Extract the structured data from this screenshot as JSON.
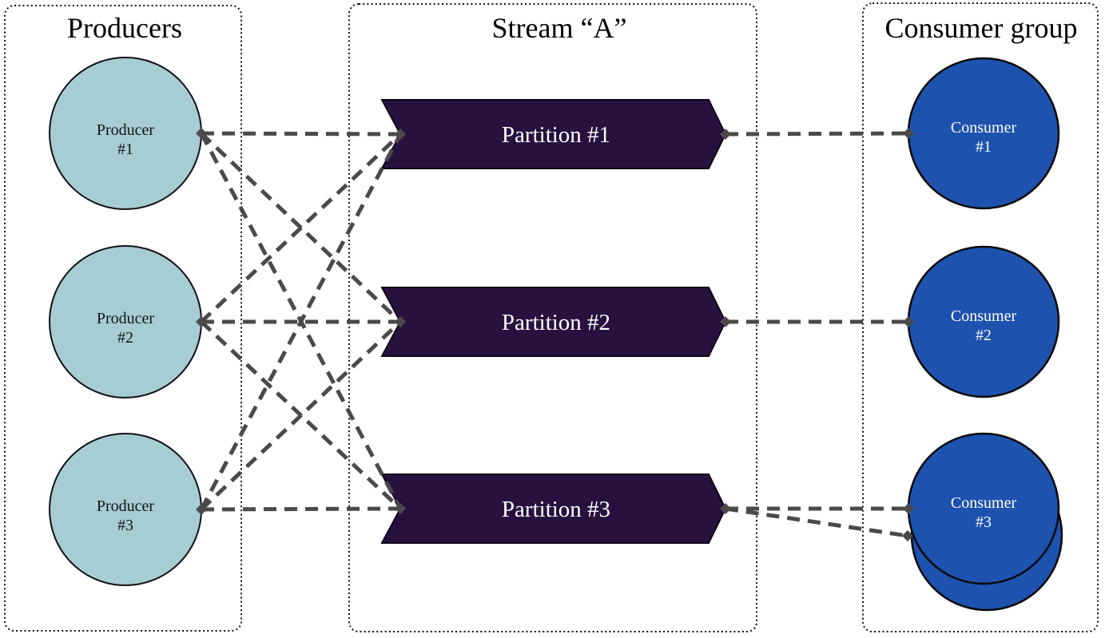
{
  "diagram": {
    "panels": {
      "producers": {
        "title": "Producers"
      },
      "stream": {
        "title": "Stream “A”"
      },
      "consumers": {
        "title": "Consumer group"
      }
    },
    "producers": [
      {
        "line1": "Producer",
        "line2": "#1"
      },
      {
        "line1": "Producer",
        "line2": "#2"
      },
      {
        "line1": "Producer",
        "line2": "#3"
      }
    ],
    "partitions": [
      {
        "label": "Partition #1"
      },
      {
        "label": "Partition #2"
      },
      {
        "label": "Partition #3"
      }
    ],
    "consumers": [
      {
        "line1": "Consumer",
        "line2": "#1"
      },
      {
        "line1": "Consumer",
        "line2": "#2"
      },
      {
        "line1": "Consumer",
        "line2": "#3"
      }
    ],
    "colors": {
      "producer_fill": "#a6cdd3",
      "consumer_fill": "#1d52ae",
      "partition_fill": "#29113f",
      "connector": "#4a4a4a",
      "panel_border": "#111111",
      "title_text": "#000000",
      "partition_text": "#ffffff",
      "producer_text": "#141414",
      "consumer_text": "#ffffff"
    }
  }
}
